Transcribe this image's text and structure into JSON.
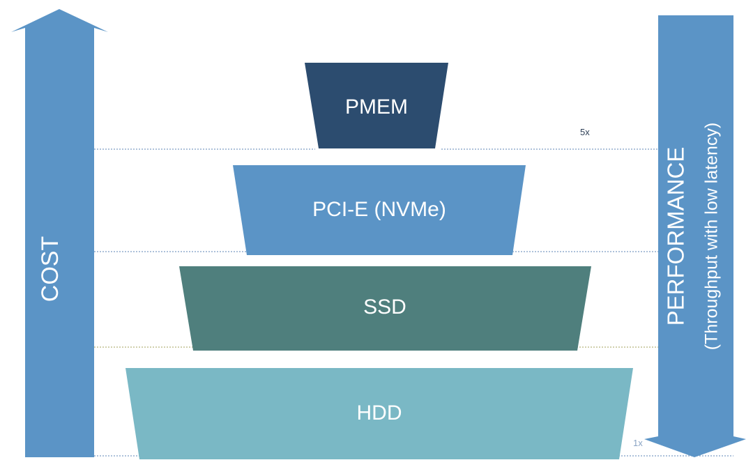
{
  "colors": {
    "arrow": "#5b94c6",
    "pmem": "#2c4c6f",
    "pcie": "#5b94c6",
    "ssd": "#4f7f7d",
    "hdd": "#7ab8c5",
    "guide_blue": "#7c9cc4",
    "guide_olive": "#b3b27a"
  },
  "cost_arrow": {
    "label": "COST",
    "direction": "up"
  },
  "performance_arrow": {
    "label": "PERFORMANCE",
    "sublabel": "(Throughput with low latency)",
    "direction": "down"
  },
  "tiers": [
    {
      "id": "pmem",
      "label": "PMEM"
    },
    {
      "id": "pcie",
      "label": "PCI-E (NVMe)"
    },
    {
      "id": "ssd",
      "label": "SSD"
    },
    {
      "id": "hdd",
      "label": "HDD"
    }
  ],
  "markers": {
    "top": "5x",
    "bottom": "1x"
  }
}
